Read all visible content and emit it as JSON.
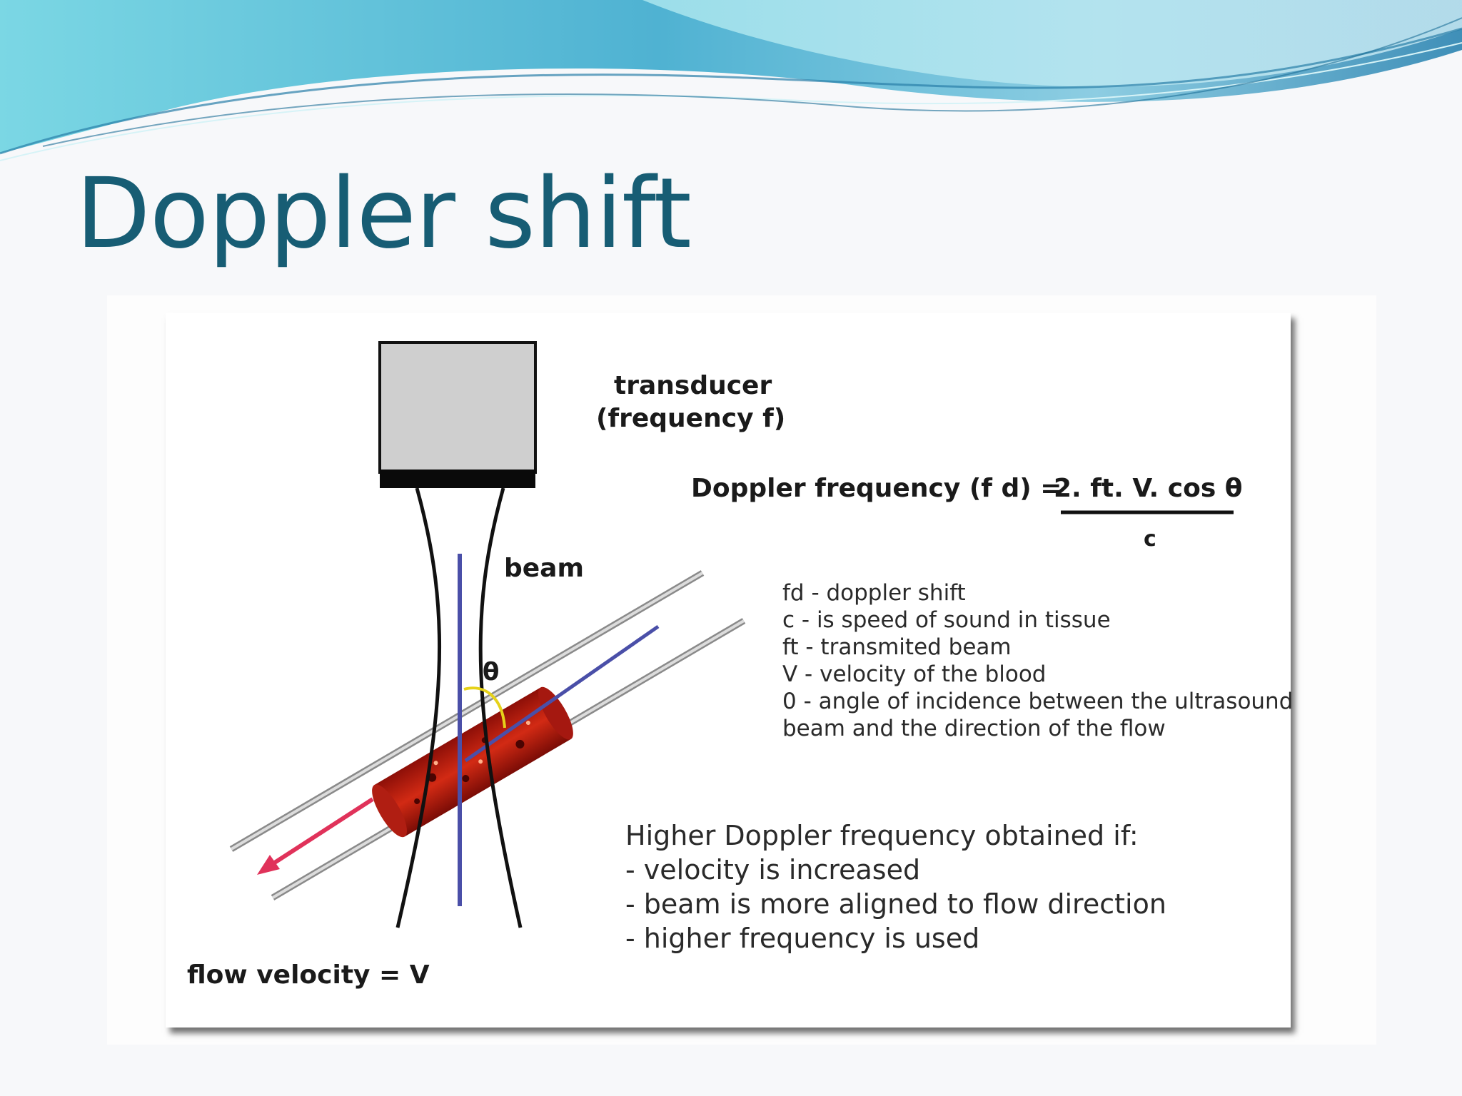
{
  "slide": {
    "title": "Doppler shift",
    "accent_color": "#175d74",
    "header_colors": [
      "#6fd0e0",
      "#3aa8c8",
      "#1d6f92"
    ]
  },
  "diagram": {
    "transducer_label": "transducer",
    "transducer_freq_label": "(frequency f)",
    "beam_label": "beam",
    "angle_symbol": "θ",
    "flow_label": "flow velocity = V",
    "formula": {
      "lhs": "Doppler frequency (f d) =",
      "numerator": "2. ft. V. cos θ",
      "denominator": "c"
    },
    "legend": [
      "fd - doppler shift",
      "c - is speed of sound in tissue",
      "ft - transmited beam",
      "V - velocity of the blood",
      "0 - angle of incidence between the ultrasound",
      " beam and the direction of the flow"
    ],
    "notes": [
      "Higher Doppler frequency obtained if:",
      "- velocity is increased",
      "- beam is more aligned to flow direction",
      "- higher frequency is used"
    ],
    "colors": {
      "beam_axis": "#4a4fa8",
      "blood": "#b3180e",
      "flow_arrow": "#e0325a",
      "angle_arc": "#e6d21a",
      "transducer_face": "#cfcfcf"
    }
  }
}
